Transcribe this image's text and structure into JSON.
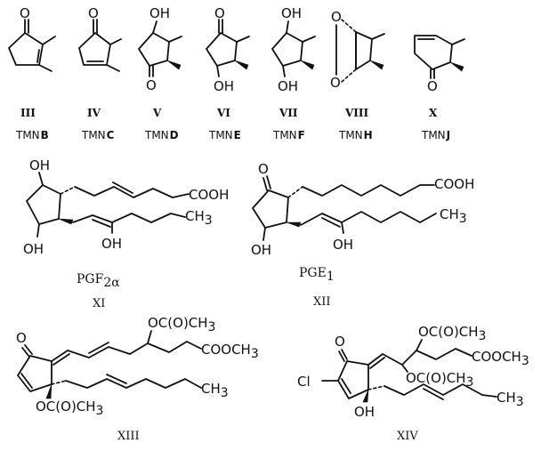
{
  "atoms": {
    "O": "O",
    "OH": "OH",
    "Cl": "Cl",
    "COOH": "COOH",
    "CH3": "CH",
    "sub3": "3",
    "COOCH3": "COOCH",
    "OCOCH3": "OC(O)CH",
    "sub2a": "2α"
  },
  "top_row": [
    {
      "roman": "III",
      "tmn": "TMN",
      "letter": "B"
    },
    {
      "roman": "IV",
      "tmn": "TMN",
      "letter": "C"
    },
    {
      "roman": "V",
      "tmn": "TMN",
      "letter": "D"
    },
    {
      "roman": "VI",
      "tmn": "TMN",
      "letter": "E"
    },
    {
      "roman": "VII",
      "tmn": "TMN",
      "letter": "F"
    },
    {
      "roman": "VIII",
      "tmn": "TMN",
      "letter": "H"
    },
    {
      "roman": "X",
      "tmn": "TMN",
      "letter": "J"
    }
  ],
  "compounds": {
    "XI": {
      "name": "PGF",
      "sub": "2α",
      "roman": "XI"
    },
    "XII": {
      "name": "PGE",
      "sub": "1",
      "roman": "XII"
    },
    "XIII": {
      "roman": "XIII"
    },
    "XIV": {
      "roman": "XIV"
    }
  }
}
